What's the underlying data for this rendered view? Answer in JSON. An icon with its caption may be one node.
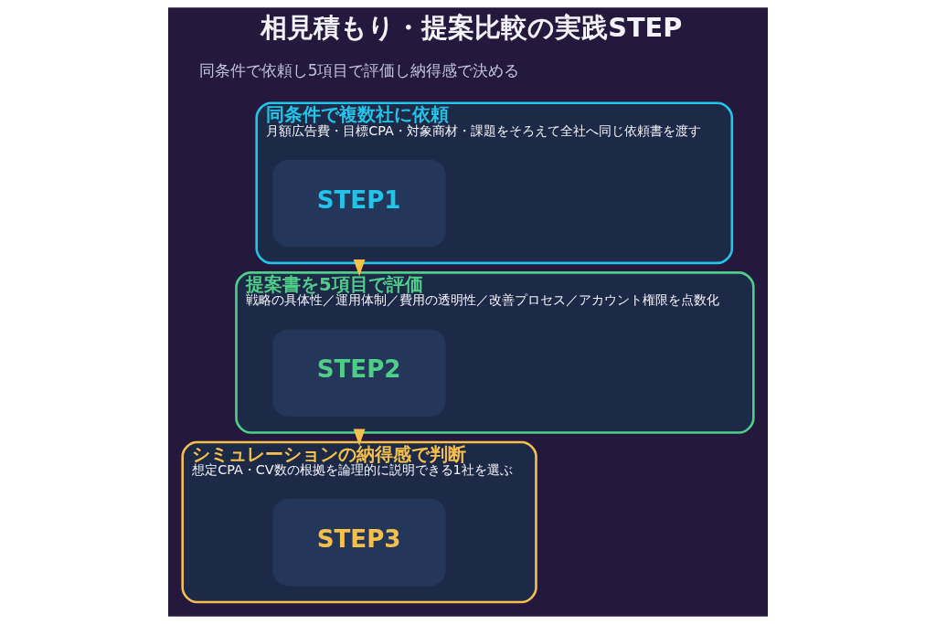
{
  "diagram": {
    "title": "相見積もり・提案比較の実践STEP",
    "nodes": [
      {
        "text": [
          "同条件で複数社に依頼",
          "月額広告費・目標CPA・対象商材・課題をそろえて全社へ同じ依頼書を渡す"
        ]
      },
      {
        "text": [
          "STEP1"
        ],
        "in": 0
      },
      {
        "text": [
          "提案書を5項目で評価",
          "戦略の具体性／運用体制／費用の透明性／改善プロセス／アカウント権限を点数化"
        ]
      },
      {
        "text": [
          "STEP2"
        ],
        "in": 2
      },
      {
        "text": [
          "シミュレーションの納得感で判断",
          "想定CPA・CV数の根拠を論理的に説明できる1社を選ぶ"
        ]
      },
      {
        "text": [
          "STEP3"
        ],
        "in": 4
      }
    ],
    "edges": [
      {
        "from": 0,
        "to": 2,
        "arrow": "to"
      },
      {
        "from": 2,
        "to": 4,
        "arrow": "to"
      }
    ],
    "labels": [
      "同条件で依頼し5項目で評価し納得感で決める"
    ]
  }
}
